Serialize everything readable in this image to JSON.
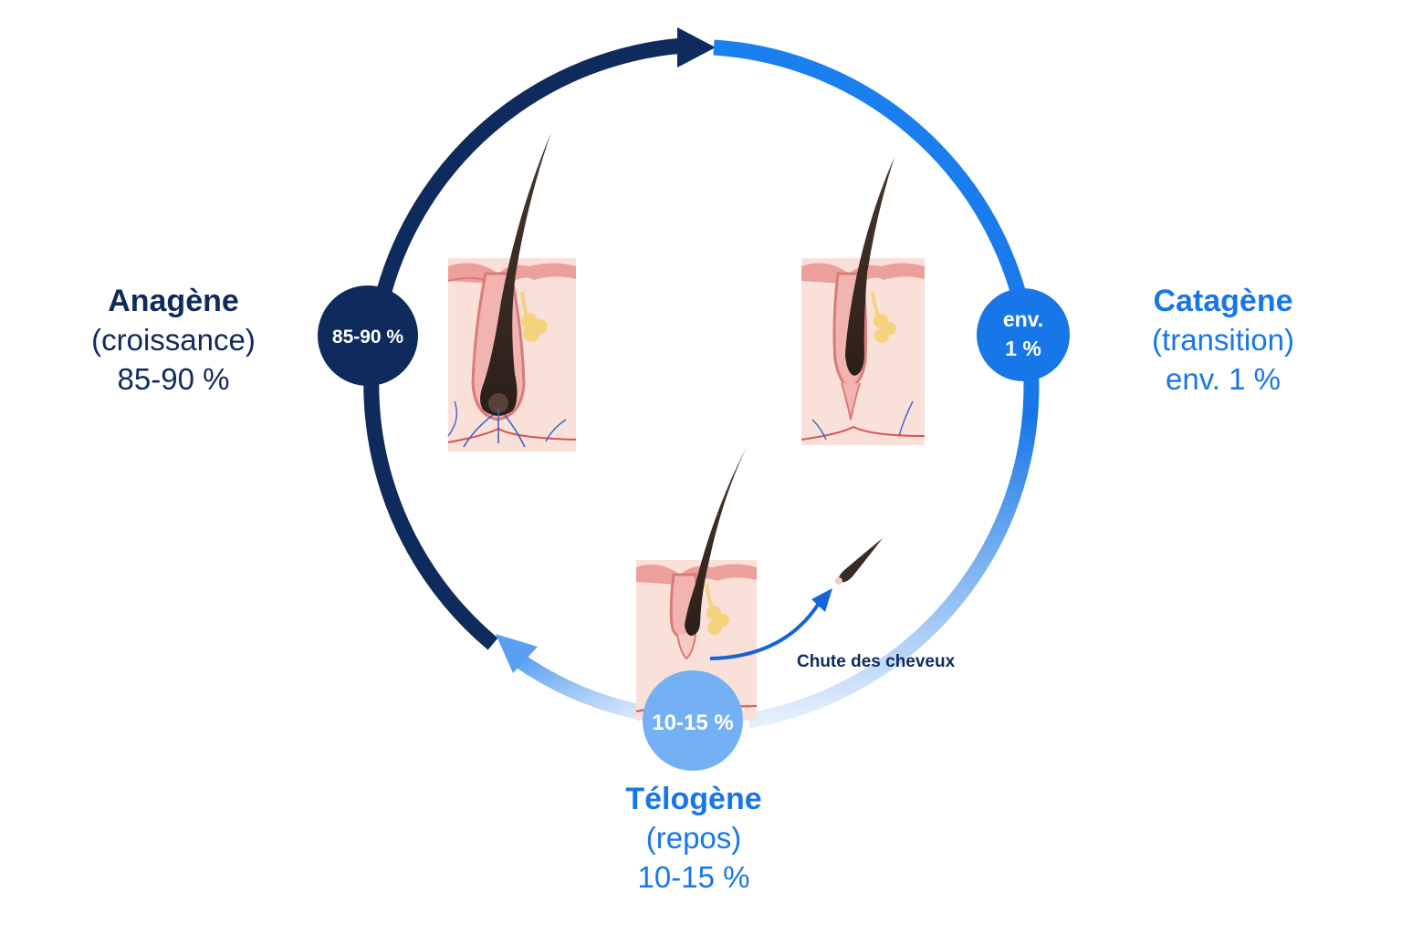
{
  "colors": {
    "anagen": "#0f2a5c",
    "catagen": "#1877e8",
    "telogen": "#74b1f4",
    "skin": "#f9e1da",
    "skin_edge": "#e79a97",
    "hair": "#3a2a24",
    "gland": "#f3d37e"
  },
  "phases": {
    "anagen": {
      "name": "Anagène",
      "description": "(croissance)",
      "percent": "85-90 %",
      "badge": "85-90 %"
    },
    "catagen": {
      "name": "Catagène",
      "description": "(transition)",
      "percent": "env. 1 %",
      "badge_line1": "env.",
      "badge_line2": "1 %"
    },
    "telogen": {
      "name": "Télogène",
      "description": "(repos)",
      "percent": "10-15 %",
      "badge": "10-15 %"
    }
  },
  "shedding": {
    "label": "Chute des cheveux"
  }
}
